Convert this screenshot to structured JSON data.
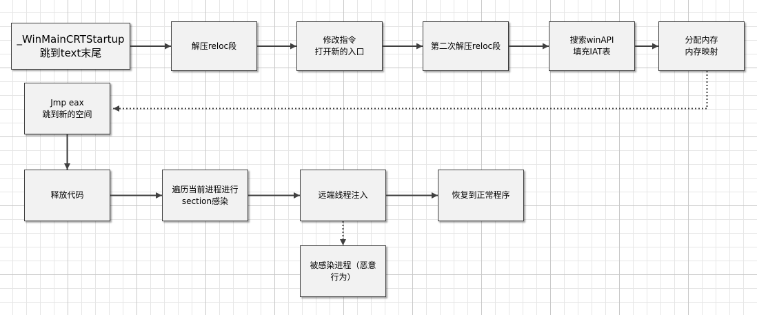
{
  "colors": {
    "edge": "#404040",
    "node_fill": "#f2f2f2",
    "node_border": "#3c3c3c"
  },
  "nodes": {
    "start": {
      "line1": "_WinMainCRTStartup",
      "line2": "跳到text末尾"
    },
    "unpack1": {
      "line1": "解压reloc段"
    },
    "modify": {
      "line1": "修改指令",
      "line2": "打开新的入口"
    },
    "unpack2": {
      "line1": "第二次解压reloc段"
    },
    "search": {
      "line1": "搜索winAPI",
      "line2": "填充IAT表"
    },
    "alloc": {
      "line1": "分配内存",
      "line2": "内存映射"
    },
    "jmp": {
      "line1": "Jmp eax",
      "line2": "跳到新的空间"
    },
    "release": {
      "line1": "释放代码"
    },
    "iterate": {
      "line1": "遍历当前进程进行",
      "line2": "section感染"
    },
    "inject": {
      "line1": "远端线程注入"
    },
    "restore": {
      "line1": "恢复到正常程序"
    },
    "infected": {
      "line1": "被感染进程（恶意",
      "line2": "行为）"
    }
  },
  "edges": [
    {
      "from": "start",
      "to": "unpack1",
      "style": "solid"
    },
    {
      "from": "unpack1",
      "to": "modify",
      "style": "solid"
    },
    {
      "from": "modify",
      "to": "unpack2",
      "style": "solid"
    },
    {
      "from": "unpack2",
      "to": "search",
      "style": "solid"
    },
    {
      "from": "search",
      "to": "alloc",
      "style": "solid"
    },
    {
      "from": "alloc",
      "to": "jmp",
      "style": "dotted"
    },
    {
      "from": "jmp",
      "to": "release",
      "style": "solid"
    },
    {
      "from": "release",
      "to": "iterate",
      "style": "solid"
    },
    {
      "from": "iterate",
      "to": "inject",
      "style": "solid"
    },
    {
      "from": "inject",
      "to": "restore",
      "style": "solid"
    },
    {
      "from": "inject",
      "to": "infected",
      "style": "dotted"
    }
  ]
}
